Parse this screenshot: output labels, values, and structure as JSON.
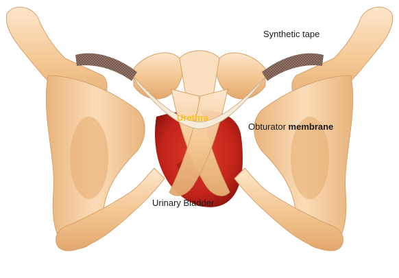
{
  "labels": {
    "synthetic_tape": "Synthetic tape",
    "urethra": "Urethra",
    "obturator_prefix": "Obturator ",
    "obturator_bold": "membrane",
    "urinary_bladder": "Urinary Bladder"
  },
  "colors": {
    "bone_light": "#fbe0c0",
    "bone_mid": "#f2c08a",
    "bone_shadow": "#d49a62",
    "bladder": "#c8281c",
    "bladder_dark": "#8e150e",
    "urethra_label": "#f6c21a",
    "tape": "#8a6d62"
  }
}
